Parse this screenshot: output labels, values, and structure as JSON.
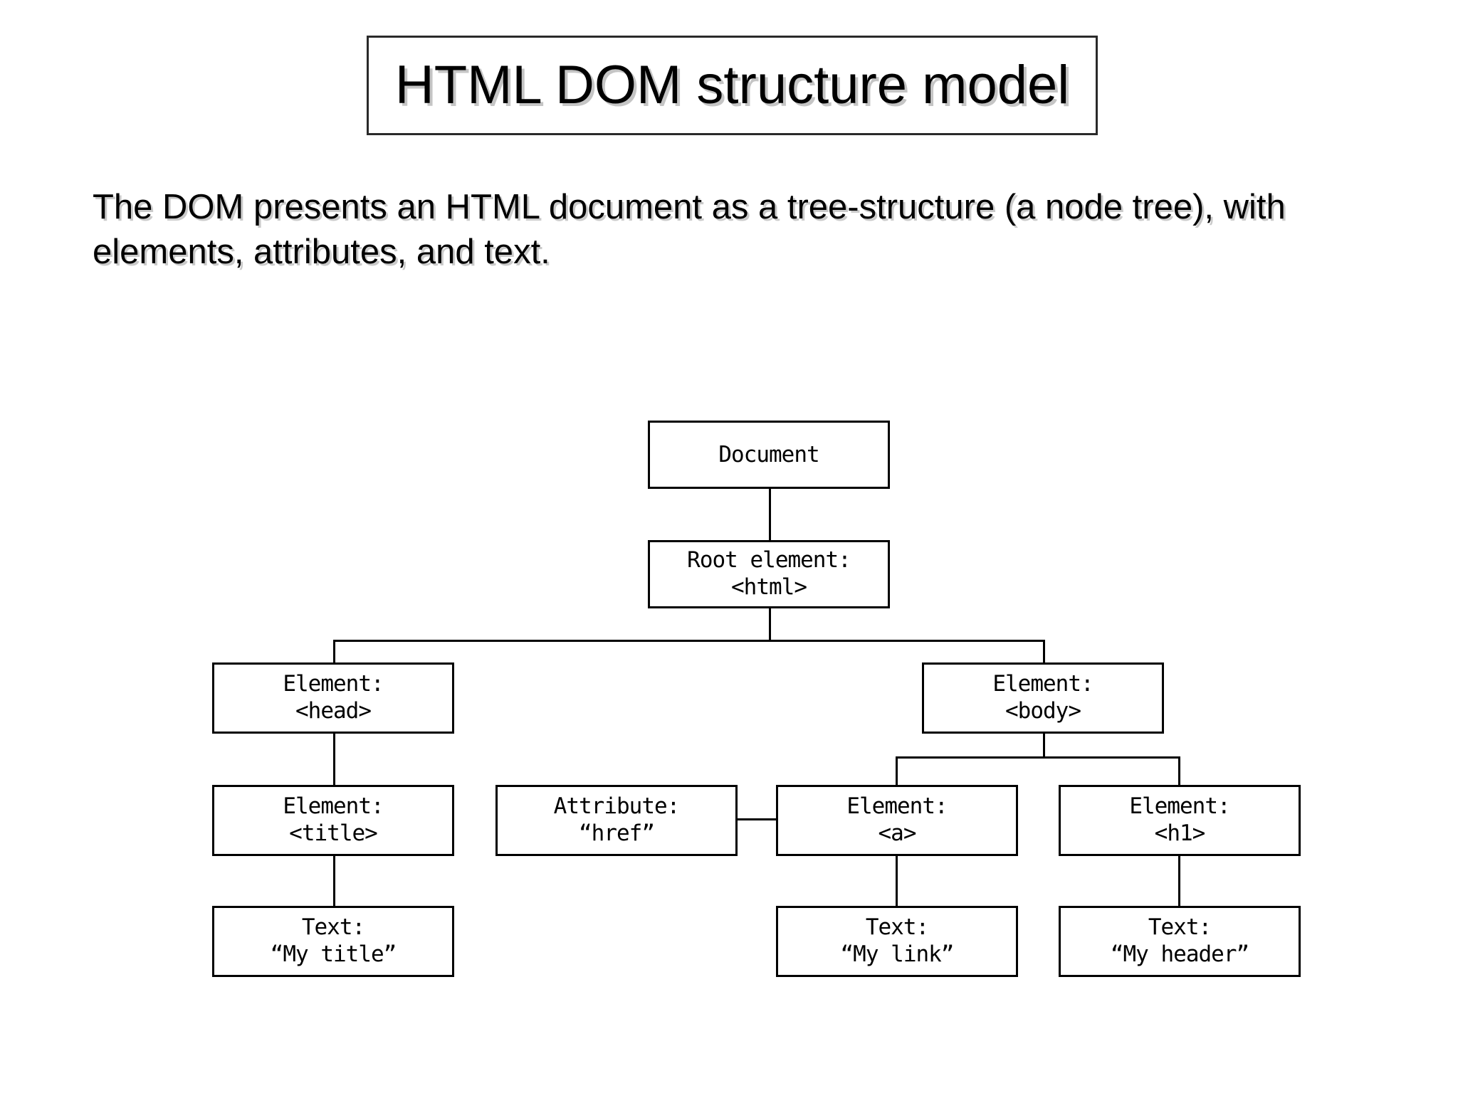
{
  "slide": {
    "title": "HTML DOM structure model",
    "body_text": "The DOM presents an HTML document as a tree-structure (a node tree), with elements, attributes, and text."
  },
  "diagram": {
    "type": "tree",
    "nodes": {
      "document": {
        "line1": "Document",
        "line2": ""
      },
      "root_html": {
        "line1": "Root element:",
        "line2": "<html>"
      },
      "head": {
        "line1": "Element:",
        "line2": "<head>"
      },
      "body": {
        "line1": "Element:",
        "line2": "<body>"
      },
      "title": {
        "line1": "Element:",
        "line2": "<title>"
      },
      "attr_href": {
        "line1": "Attribute:",
        "line2": "“href”"
      },
      "anchor": {
        "line1": "Element:",
        "line2": "<a>"
      },
      "h1": {
        "line1": "Element:",
        "line2": "<h1>"
      },
      "text_title": {
        "line1": "Text:",
        "line2": "“My title”"
      },
      "text_link": {
        "line1": "Text:",
        "line2": "“My link”"
      },
      "text_header": {
        "line1": "Text:",
        "line2": "“My header”"
      }
    },
    "edges": [
      "document -> root_html",
      "root_html -> head",
      "root_html -> body",
      "head -> title",
      "title -> text_title",
      "body -> anchor",
      "body -> h1",
      "attr_href -- anchor",
      "anchor -> text_link",
      "h1 -> text_header"
    ]
  },
  "colors": {
    "background": "#ffffff",
    "text": "#000000",
    "border": "#000000",
    "title_border": "#2a2a2a",
    "text_shadow": "#969696"
  }
}
